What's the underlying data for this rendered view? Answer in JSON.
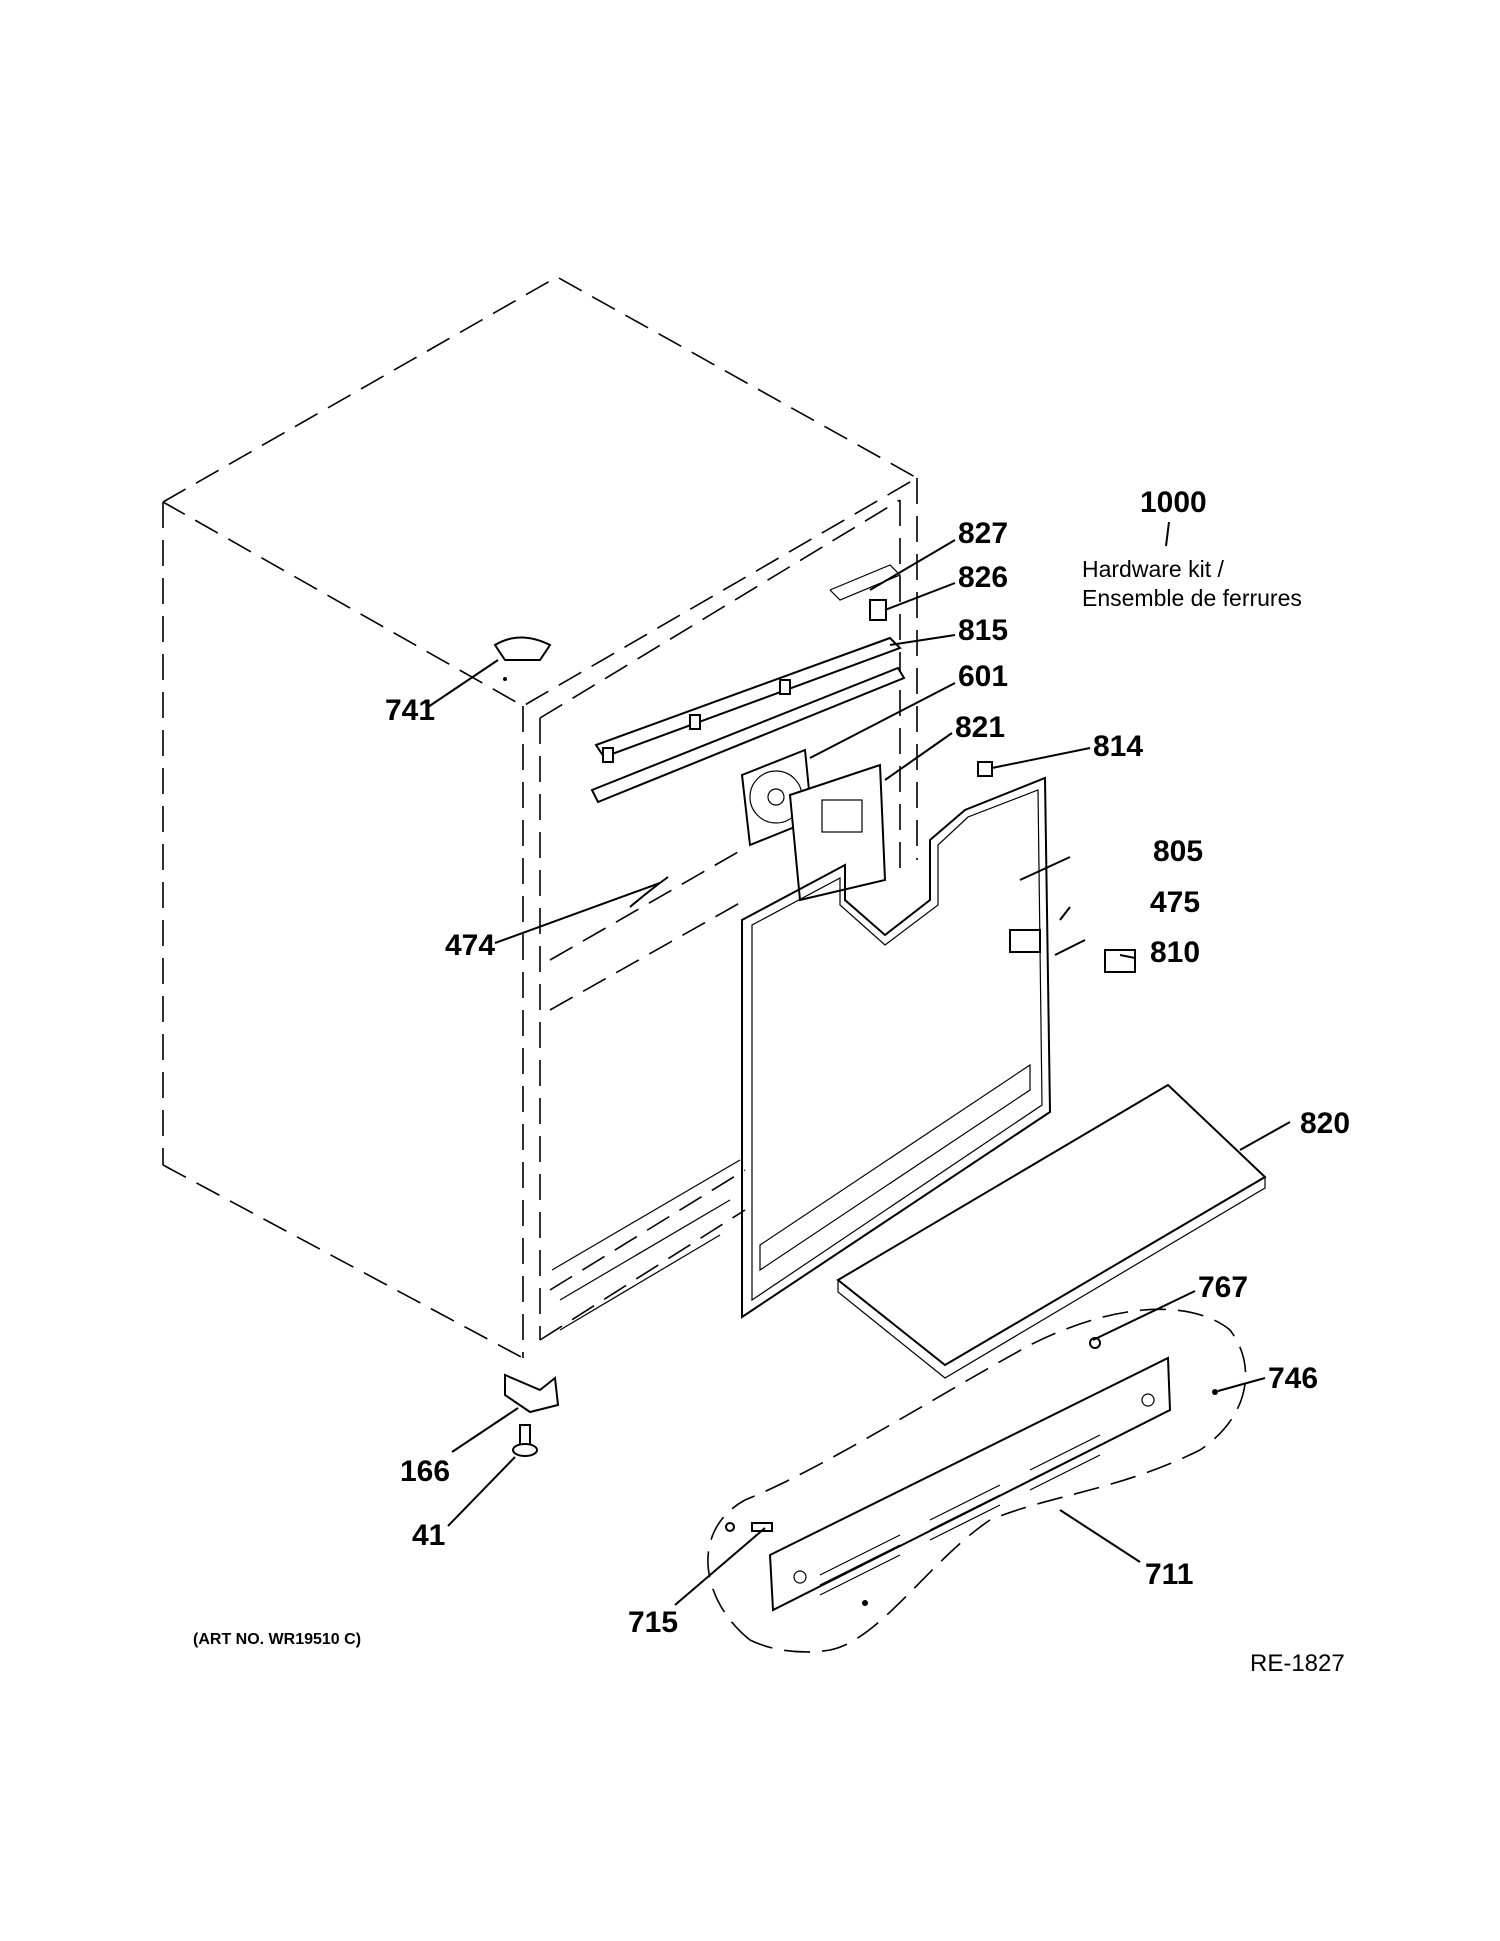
{
  "callouts": {
    "c1000": "1000",
    "c827": "827",
    "c826": "826",
    "c815": "815",
    "c601": "601",
    "c821": "821",
    "c814": "814",
    "c805": "805",
    "c475": "475",
    "c810": "810",
    "c741": "741",
    "c474": "474",
    "c820": "820",
    "c767": "767",
    "c746": "746",
    "c166": "166",
    "c41": "41",
    "c711": "711",
    "c715": "715"
  },
  "notes": {
    "hardware_kit_line1": "Hardware kit /",
    "hardware_kit_line2": "Ensemble de ferrures",
    "art_number": "(ART NO. WR19510 C)",
    "reference": "RE-1827"
  }
}
